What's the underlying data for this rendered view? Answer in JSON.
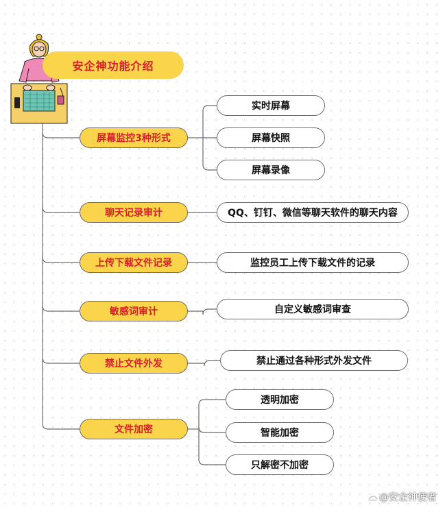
{
  "root": {
    "label": "安企神功能介绍"
  },
  "branches": [
    {
      "label": "屏幕监控3种形式",
      "children": [
        "实时屏幕",
        "屏幕快照",
        "屏幕录像"
      ]
    },
    {
      "label": "聊天记录审计",
      "children": [
        "QQ、钉钉、微信等聊天软件的聊天内容"
      ]
    },
    {
      "label": "上传下载文件记录",
      "children": [
        "监控员工上传下载文件的记录"
      ]
    },
    {
      "label": "敏感词审计",
      "children": [
        "自定义敏感词审查"
      ]
    },
    {
      "label": "禁止文件外发",
      "children": [
        "禁止通过各种形式外发文件"
      ]
    },
    {
      "label": "文件加密",
      "children": [
        "透明加密",
        "智能加密",
        "只解密不加密"
      ]
    }
  ],
  "watermark": {
    "text": "@安企神使者",
    "icon": "chat-bubble-icon"
  },
  "colors": {
    "branch_fill": "#fad44a",
    "branch_text": "#d6202c",
    "line": "#6b6b6b"
  }
}
